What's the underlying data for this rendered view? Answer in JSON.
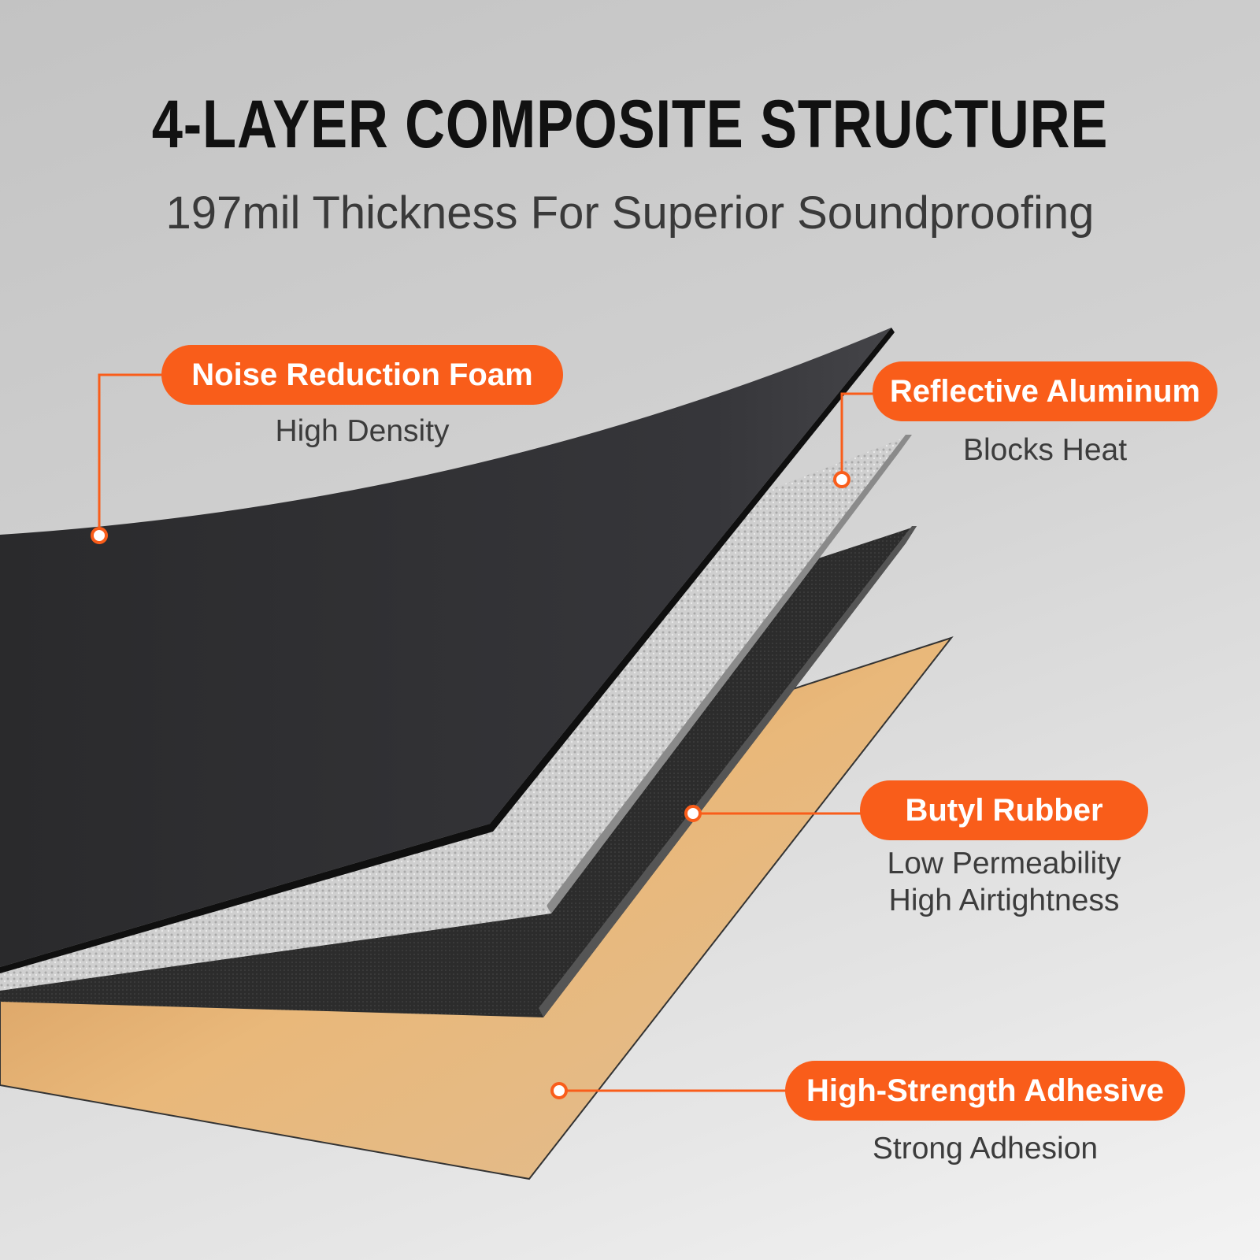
{
  "title": "4-LAYER COMPOSITE STRUCTURE",
  "subtitle": "197mil Thickness For Superior Soundproofing",
  "layers": [
    {
      "label": "Noise Reduction Foam",
      "desc": [
        "High Density"
      ]
    },
    {
      "label": "Reflective Aluminum",
      "desc": [
        "Blocks Heat"
      ]
    },
    {
      "label": "Butyl Rubber",
      "desc": [
        "Low Permeability",
        "High Airtightness"
      ]
    },
    {
      "label": "High-Strength Adhesive",
      "desc": [
        "Strong Adhesion"
      ]
    }
  ],
  "colors": {
    "accent": "#f95d1a",
    "foam": "#2e2e30",
    "aluminum": "#c9c9c9",
    "butyl": "#2b2b2b",
    "adhesive": "#e8b87a"
  }
}
